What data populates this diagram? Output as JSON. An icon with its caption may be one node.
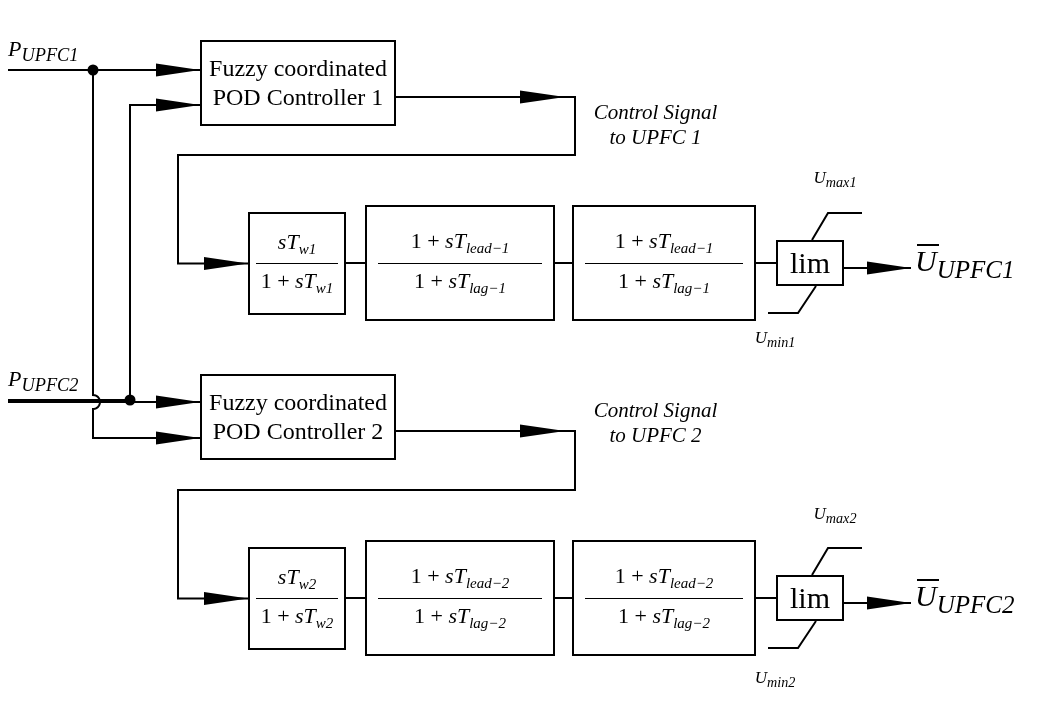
{
  "diagram": {
    "nodes": [
      {
        "text": [
          "P$_{UPFC1}$"
        ]
      },
      {
        "text": [
          "P$_{UPFC2}$"
        ]
      },
      {
        "text": [
          "Fuzzy coordinated POD Controller 1"
        ]
      },
      {
        "text": [
          "Fuzzy coordinated POD Controller 2"
        ]
      },
      {
        "text": [
          "*sT*$_{w1}$",
          "1 + *sT*$_{w1}$"
        ]
      },
      {
        "text": [
          "1 + *sT*$_{lead−1}$",
          "1 + *sT*$_{lag−1}$"
        ]
      },
      {
        "text": [
          "1 + *sT*$_{lead−1}$",
          "1 + *sT*$_{lag−1}$"
        ]
      },
      {
        "text": [
          "lim"
        ]
      },
      {
        "text": [
          "U$_{UPFC1}$"
        ]
      },
      {
        "text": [
          "*sT*$_{w2}$",
          "1 + *sT*$_{w2}$"
        ]
      },
      {
        "text": [
          "1 + *sT*$_{lead−2}$",
          "1 + *sT*$_{lag−2}$"
        ]
      },
      {
        "text": [
          "1 + *sT*$_{lead−2}$",
          "1 + *sT*$_{lag−2}$"
        ]
      },
      {
        "text": [
          "lim"
        ]
      },
      {
        "text": [
          "U$_{UPFC2}$"
        ]
      }
    ],
    "edges": [
      {
        "from": 0,
        "to": 2,
        "arrow": "to"
      },
      {
        "from": 0,
        "to": 3,
        "arrow": "to"
      },
      {
        "from": 1,
        "to": 3,
        "arrow": "to"
      },
      {
        "from": 1,
        "to": 2,
        "arrow": "to"
      },
      {
        "from": 2,
        "to": 4,
        "arrow": "to"
      },
      {
        "from": 4,
        "to": 5,
        "arrow": "none"
      },
      {
        "from": 5,
        "to": 6,
        "arrow": "none"
      },
      {
        "from": 6,
        "to": 7,
        "arrow": "none"
      },
      {
        "from": 7,
        "to": 8,
        "arrow": "to"
      },
      {
        "from": 3,
        "to": 9,
        "arrow": "to"
      },
      {
        "from": 9,
        "to": 10,
        "arrow": "none"
      },
      {
        "from": 10,
        "to": 11,
        "arrow": "none"
      },
      {
        "from": 11,
        "to": 12,
        "arrow": "none"
      },
      {
        "from": 12,
        "to": 13,
        "arrow": "to"
      }
    ],
    "labels": [
      "Control Signal to UPFC 1",
      "U$_{max1}$",
      "U$_{min1}$",
      "Control Signal to UPFC 2",
      "U$_{max2}$",
      "U$_{min2}$"
    ]
  }
}
